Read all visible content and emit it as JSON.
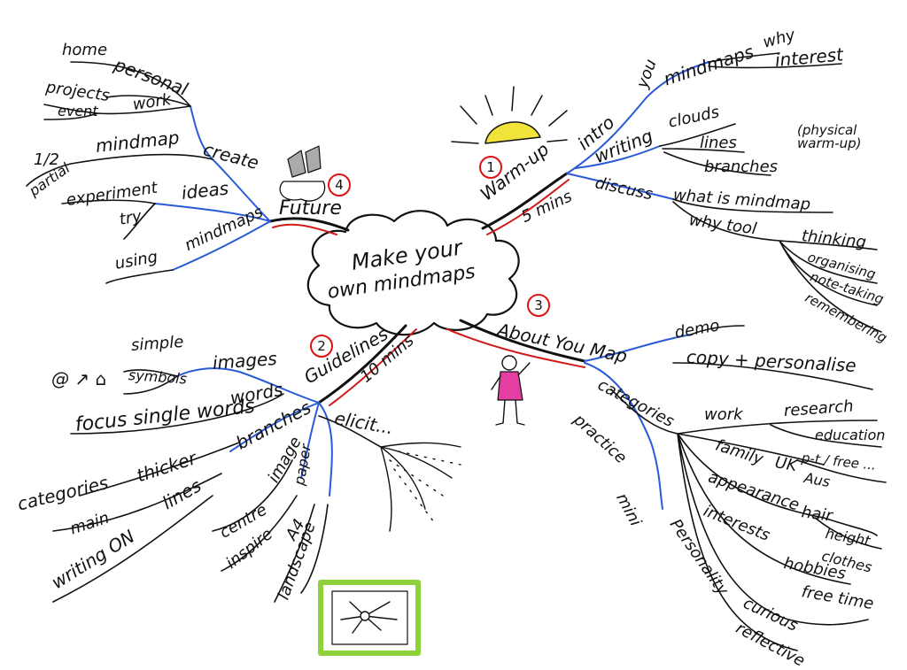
{
  "title": "Make your own mindmaps",
  "colors": {
    "ink": "#111111",
    "blue": "#2a5bd7",
    "red": "#d11a1a",
    "sun": "#f2e33a",
    "frame": "#8fd13a",
    "shirt": "#e53ea3"
  },
  "warmup": {
    "number": "1",
    "label": "Warm-up",
    "duration": "5 mins",
    "intro": "intro",
    "you": "you",
    "mindmaps": "mindmaps",
    "why": "why",
    "interest": "interest",
    "writing": "writing",
    "clouds": "clouds",
    "lines": "lines",
    "branches": "branches",
    "physical": "(physical warm-up)",
    "discuss": "discuss",
    "what_is": "what is mindmap",
    "why_tool": "why tool",
    "thinking": "thinking",
    "organising": "organising",
    "note_taking": "note-taking",
    "remembering": "remembering"
  },
  "about": {
    "number": "3",
    "label": "About You Map",
    "demo": "demo",
    "copy": "copy + personalise",
    "categories": "categories",
    "work": "work",
    "research": "research",
    "education": "education",
    "pt_free": "p-t / free ...",
    "family": "family",
    "uk": "UK",
    "aus": "Aus",
    "appearance": "appearance",
    "hair": "hair",
    "height": "height",
    "clothes": "clothes",
    "interests": "interests",
    "hobbies": "hobbies",
    "free_time": "free time",
    "personality": "Personality",
    "curious": "curious",
    "reflective": "reflective",
    "practice": "practice",
    "mini": "mini"
  },
  "guidelines": {
    "number": "2",
    "label": "Guidelines",
    "duration": "10 mins",
    "images": "images",
    "simple": "simple",
    "symbols": "symbols",
    "symbol_glyphs": "@ ↗ ⌂",
    "words": "words",
    "focus": "focus single words",
    "branches": "branches",
    "thicker": "thicker",
    "categories": "categories",
    "main": "main",
    "lines": "lines",
    "writing_on": "writing ON",
    "image": "image",
    "centre": "centre",
    "inspire": "inspire",
    "paper": "paper",
    "a4": "A4",
    "landscape": "landscape",
    "elicit": "elicit..."
  },
  "future": {
    "number": "4",
    "label": "Future",
    "create": "create",
    "personal": "personal",
    "home": "home",
    "work": "work",
    "projects": "projects",
    "event": "event",
    "mindmap": "mindmap",
    "half": "1/2",
    "partial": "partial",
    "ideas": "ideas",
    "try": "try",
    "experiment": "experiment",
    "mindmaps": "mindmaps",
    "using": "using"
  }
}
